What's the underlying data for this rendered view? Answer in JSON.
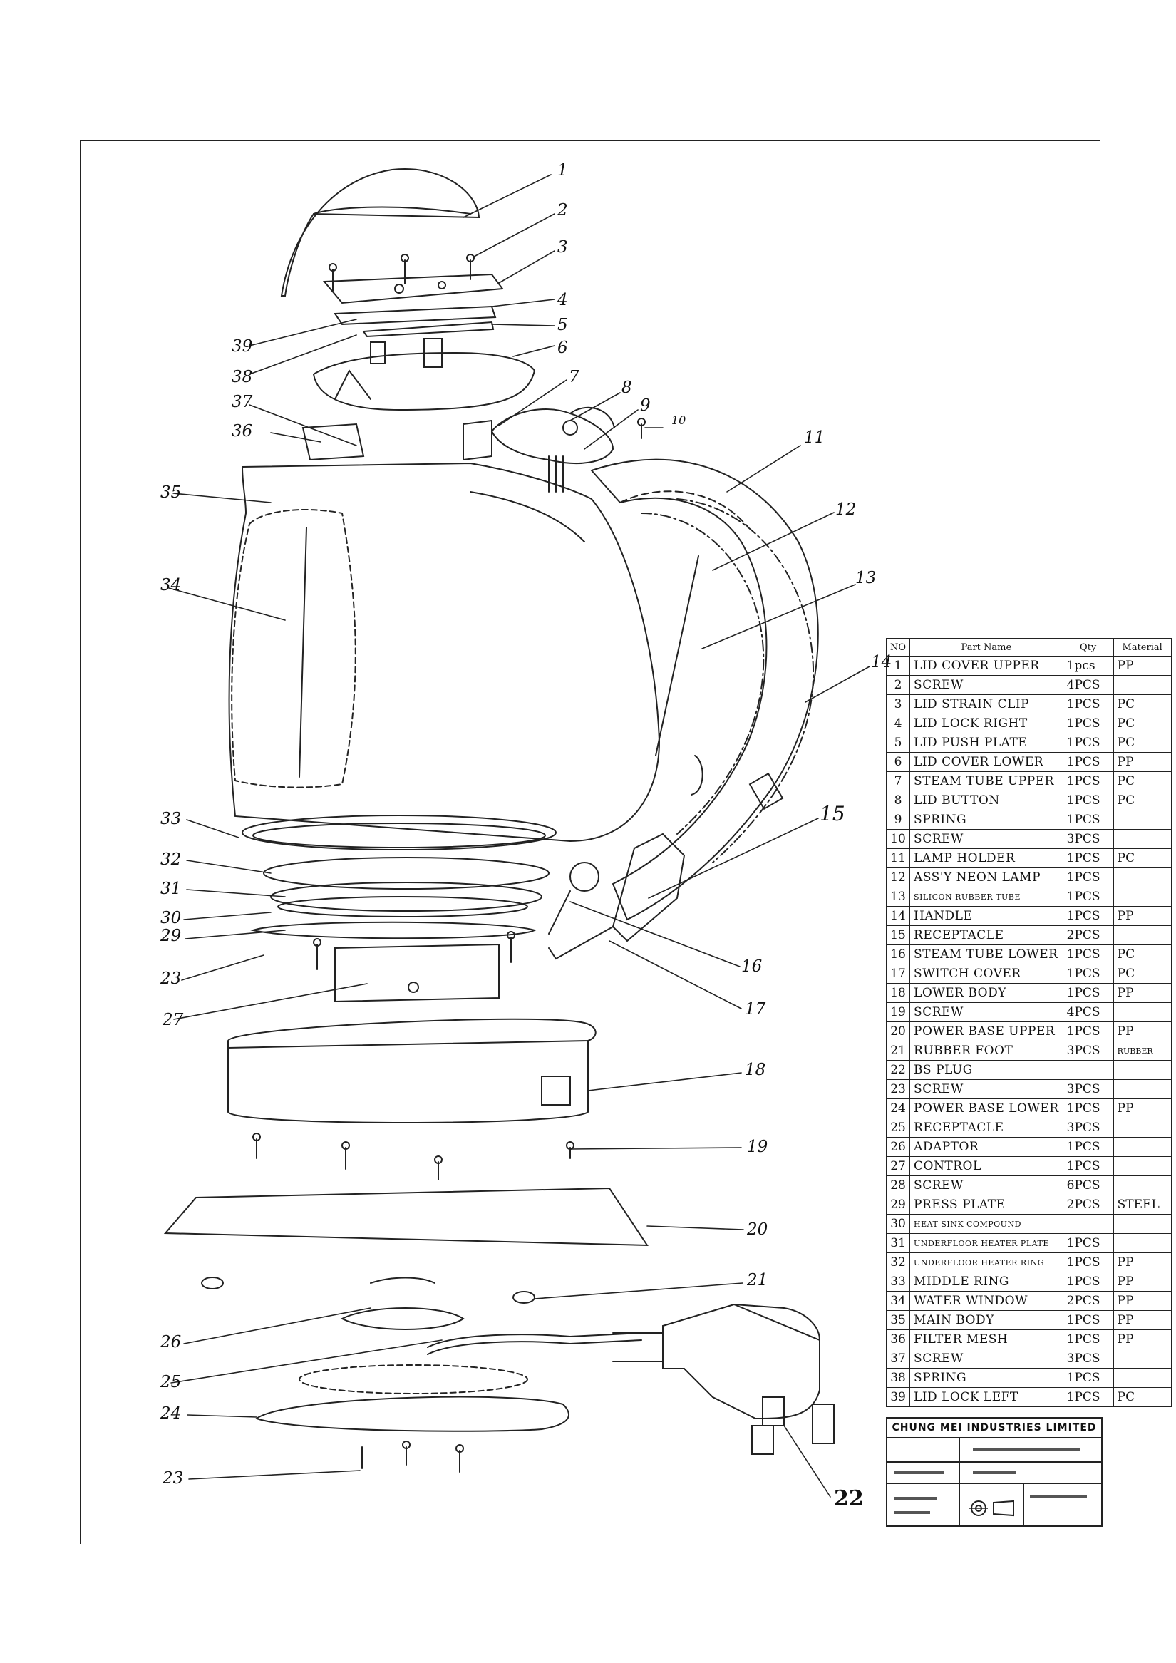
{
  "diagram": {
    "callouts": {
      "c1": "1",
      "c2": "2",
      "c3": "3",
      "c4": "4",
      "c5": "5",
      "c6": "6",
      "c7": "7",
      "c8": "8",
      "c9": "9",
      "c10": "10",
      "c11": "11",
      "c12": "12",
      "c13": "13",
      "c14": "14",
      "c15": "15",
      "c16": "16",
      "c17": "17",
      "c18": "18",
      "c19": "19",
      "c20": "20",
      "c21": "21",
      "c22": "22",
      "c23a": "23",
      "c23b": "23",
      "c24": "24",
      "c25": "25",
      "c26": "26",
      "c27": "27",
      "c29": "29",
      "c30": "30",
      "c31": "31",
      "c32": "32",
      "c33": "33",
      "c34": "34",
      "c35": "35",
      "c36": "36",
      "c37": "37",
      "c38": "38",
      "c39": "39"
    }
  },
  "parts_table": {
    "headers": {
      "no": "NO",
      "name": "Part Name",
      "qty": "Qty",
      "material": "Material"
    },
    "rows": [
      {
        "no": "1",
        "name": "LID COVER UPPER",
        "qty": "1pcs",
        "material": "PP"
      },
      {
        "no": "2",
        "name": "SCREW",
        "qty": "4PCS",
        "material": ""
      },
      {
        "no": "3",
        "name": "LID STRAIN CLIP",
        "qty": "1PCS",
        "material": "PC"
      },
      {
        "no": "4",
        "name": "LID LOCK RIGHT",
        "qty": "1PCS",
        "material": "PC"
      },
      {
        "no": "5",
        "name": "LID PUSH PLATE",
        "qty": "1PCS",
        "material": "PC"
      },
      {
        "no": "6",
        "name": "LID COVER LOWER",
        "qty": "1PCS",
        "material": "PP"
      },
      {
        "no": "7",
        "name": "STEAM TUBE UPPER",
        "qty": "1PCS",
        "material": "PC"
      },
      {
        "no": "8",
        "name": "LID BUTTON",
        "qty": "1PCS",
        "material": "PC"
      },
      {
        "no": "9",
        "name": "SPRING",
        "qty": "1PCS",
        "material": ""
      },
      {
        "no": "10",
        "name": "SCREW",
        "qty": "3PCS",
        "material": ""
      },
      {
        "no": "11",
        "name": "LAMP HOLDER",
        "qty": "1PCS",
        "material": "PC"
      },
      {
        "no": "12",
        "name": "ASS'Y NEON LAMP",
        "qty": "1PCS",
        "material": ""
      },
      {
        "no": "13",
        "name": "SILICON RUBBER TUBE",
        "qty": "1PCS",
        "material": ""
      },
      {
        "no": "14",
        "name": "HANDLE",
        "qty": "1PCS",
        "material": "PP"
      },
      {
        "no": "15",
        "name": "RECEPTACLE",
        "qty": "2PCS",
        "material": ""
      },
      {
        "no": "16",
        "name": "STEAM TUBE LOWER",
        "qty": "1PCS",
        "material": "PC"
      },
      {
        "no": "17",
        "name": "SWITCH COVER",
        "qty": "1PCS",
        "material": "PC"
      },
      {
        "no": "18",
        "name": "LOWER BODY",
        "qty": "1PCS",
        "material": "PP"
      },
      {
        "no": "19",
        "name": "SCREW",
        "qty": "4PCS",
        "material": ""
      },
      {
        "no": "20",
        "name": "POWER BASE UPPER",
        "qty": "1PCS",
        "material": "PP"
      },
      {
        "no": "21",
        "name": "RUBBER FOOT",
        "qty": "3PCS",
        "material": "RUBBER"
      },
      {
        "no": "22",
        "name": "BS PLUG",
        "qty": "",
        "material": ""
      },
      {
        "no": "23",
        "name": "SCREW",
        "qty": "3PCS",
        "material": ""
      },
      {
        "no": "24",
        "name": "POWER BASE LOWER",
        "qty": "1PCS",
        "material": "PP"
      },
      {
        "no": "25",
        "name": "RECEPTACLE",
        "qty": "3PCS",
        "material": ""
      },
      {
        "no": "26",
        "name": "ADAPTOR",
        "qty": "1PCS",
        "material": ""
      },
      {
        "no": "27",
        "name": "CONTROL",
        "qty": "1PCS",
        "material": ""
      },
      {
        "no": "28",
        "name": "SCREW",
        "qty": "6PCS",
        "material": ""
      },
      {
        "no": "29",
        "name": "PRESS PLATE",
        "qty": "2PCS",
        "material": "STEEL"
      },
      {
        "no": "30",
        "name": "HEAT SINK COMPOUND",
        "qty": "",
        "material": ""
      },
      {
        "no": "31",
        "name": "UNDERFLOOR HEATER PLATE",
        "qty": "1PCS",
        "material": ""
      },
      {
        "no": "32",
        "name": "UNDERFLOOR HEATER RING",
        "qty": "1PCS",
        "material": "PP"
      },
      {
        "no": "33",
        "name": "MIDDLE RING",
        "qty": "1PCS",
        "material": "PP"
      },
      {
        "no": "34",
        "name": "WATER WINDOW",
        "qty": "2PCS",
        "material": "PP"
      },
      {
        "no": "35",
        "name": "MAIN BODY",
        "qty": "1PCS",
        "material": "PP"
      },
      {
        "no": "36",
        "name": "FILTER MESH",
        "qty": "1PCS",
        "material": "PP"
      },
      {
        "no": "37",
        "name": "SCREW",
        "qty": "3PCS",
        "material": ""
      },
      {
        "no": "38",
        "name": "SPRING",
        "qty": "1PCS",
        "material": ""
      },
      {
        "no": "39",
        "name": "LID LOCK LEFT",
        "qty": "1PCS",
        "material": "PC"
      }
    ]
  },
  "title_block": {
    "company": "CHUNG MEI INDUSTRIES LIMITED"
  }
}
